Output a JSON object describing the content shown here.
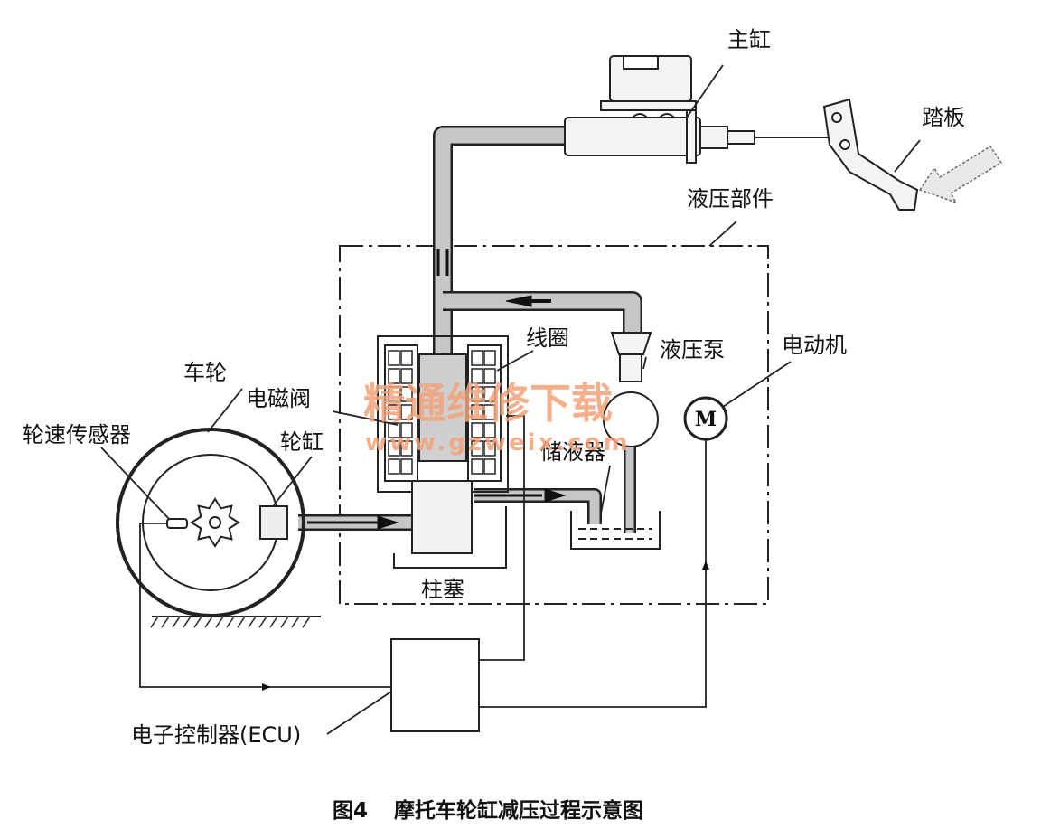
{
  "labels": {
    "master_cylinder": "主缸",
    "pedal": "踏板",
    "hydraulic_unit": "液压部件",
    "coil": "线圈",
    "hydraulic_pump": "液压泵",
    "motor": "电动机",
    "wheel": "车轮",
    "solenoid_valve": "电磁阀",
    "wheel_speed_sensor": "轮速传感器",
    "wheel_cylinder": "轮缸",
    "reservoir": "储液器",
    "plunger": "柱塞",
    "ecu": "电子控制器(ECU)",
    "motor_symbol": "M"
  },
  "caption": {
    "figure_no": "图4",
    "title": "摩托车轮缸减压过程示意图"
  },
  "watermark": {
    "text": "精通维修下载",
    "url": "www.gzweix.com"
  },
  "colors": {
    "line": "#1a1a1a",
    "fluid": "#bfbfbf",
    "watermark": "#f3a37a"
  }
}
